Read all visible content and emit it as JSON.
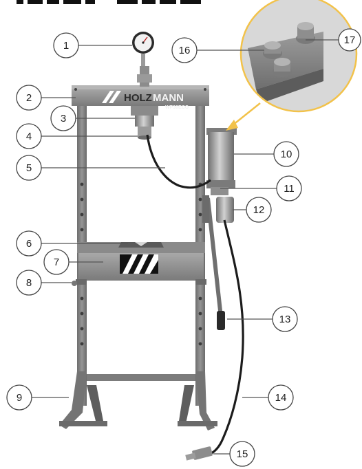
{
  "brand": {
    "name_part1": "HOLZ",
    "name_part2": "MANN",
    "model": "WP30ECO"
  },
  "colors": {
    "frame": "#7e7e7e",
    "frame_dark": "#5f5f5f",
    "frame_light": "#a2a2a2",
    "hose": "#1c1c1c",
    "detail_ring": "#f2c24a",
    "callout_line": "#555555",
    "callout_circle_stroke": "#444444"
  },
  "callouts": [
    {
      "id": "callout-1",
      "number": "1"
    },
    {
      "id": "callout-2",
      "number": "2"
    },
    {
      "id": "callout-3",
      "number": "3"
    },
    {
      "id": "callout-4",
      "number": "4"
    },
    {
      "id": "callout-5",
      "number": "5"
    },
    {
      "id": "callout-6",
      "number": "6"
    },
    {
      "id": "callout-7",
      "number": "7"
    },
    {
      "id": "callout-8",
      "number": "8"
    },
    {
      "id": "callout-9",
      "number": "9"
    },
    {
      "id": "callout-10",
      "number": "10"
    },
    {
      "id": "callout-11",
      "number": "11"
    },
    {
      "id": "callout-12",
      "number": "12"
    },
    {
      "id": "callout-13",
      "number": "13"
    },
    {
      "id": "callout-14",
      "number": "14"
    },
    {
      "id": "callout-15",
      "number": "15"
    },
    {
      "id": "callout-16",
      "number": "16"
    },
    {
      "id": "callout-17",
      "number": "17"
    }
  ]
}
